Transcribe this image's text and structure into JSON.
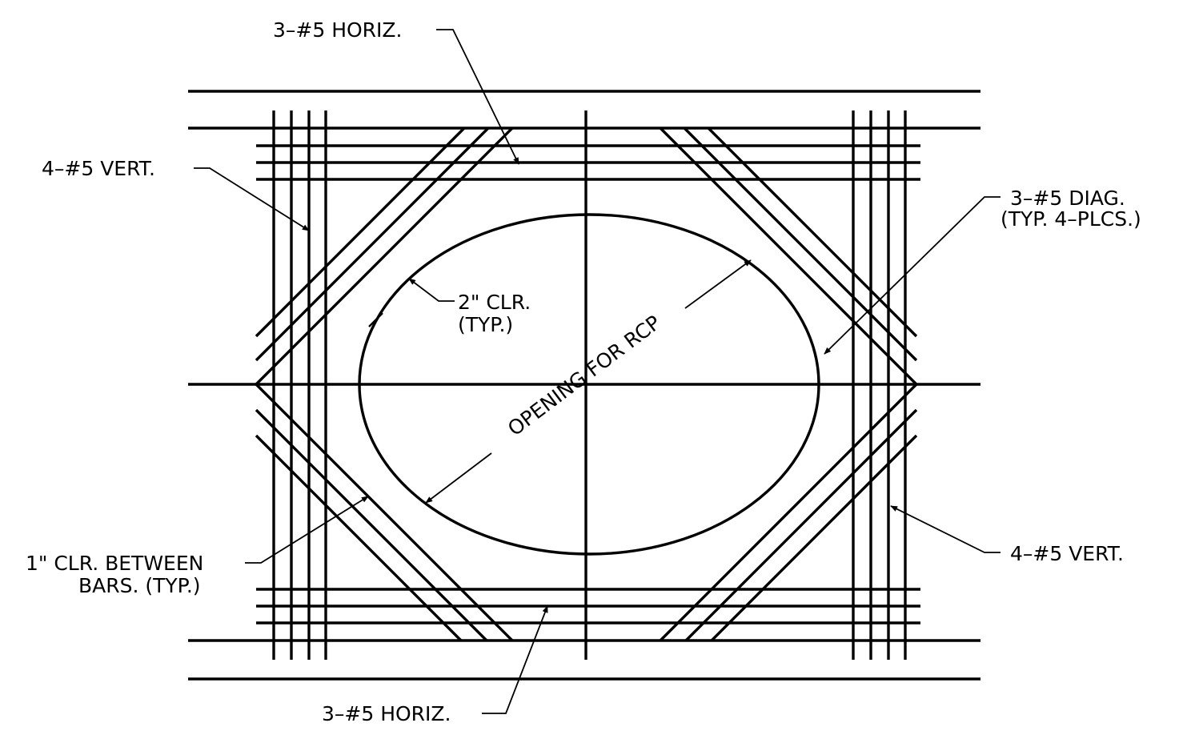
{
  "labels": {
    "horiz_top": "3–#5 HORIZ.",
    "horiz_bottom": "3–#5 HORIZ.",
    "vert_left": "4–#5 VERT.",
    "vert_right": "4–#5 VERT.",
    "diag_line1": "3–#5 DIAG.",
    "diag_line2": "(TYP. 4–PLCS.)",
    "clr2_line1": "2\" CLR.",
    "clr2_line2": "(TYP.)",
    "clr1_line1": "1\" CLR. BETWEEN",
    "clr1_line2": "BARS. (TYP.)",
    "opening": "OPENING FOR RCP"
  }
}
